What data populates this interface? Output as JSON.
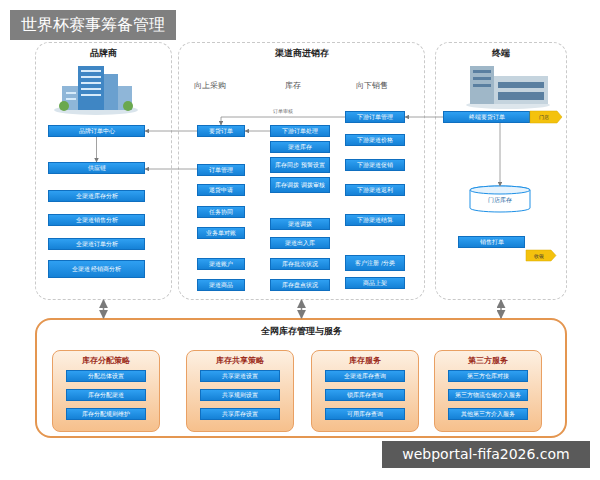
{
  "diagram": {
    "title": "世界杯赛事筹备管理",
    "nodes": [
      {
        "text": [
          "品牌商"
        ]
      },
      {
        "text": [
          "品牌订单中心"
        ],
        "in": 0
      },
      {
        "text": [
          "供应链"
        ],
        "in": 0
      },
      {
        "text": [
          "全渠道库存分析"
        ],
        "in": 0
      },
      {
        "text": [
          "全渠道销售分析"
        ],
        "in": 0
      },
      {
        "text": [
          "全渠道订单分析"
        ],
        "in": 0
      },
      {
        "text": [
          "全渠道 经销商分析"
        ],
        "in": 0
      },
      {
        "text": [
          "渠道商进销存"
        ]
      },
      {
        "text": [
          "要货订单"
        ],
        "in": 7
      },
      {
        "text": [
          "订单管理"
        ],
        "in": 7
      },
      {
        "text": [
          "退货申请"
        ],
        "in": 7
      },
      {
        "text": [
          "任务协同"
        ],
        "in": 7
      },
      {
        "text": [
          "业务单对账"
        ],
        "in": 7
      },
      {
        "text": [
          "渠道账户"
        ],
        "in": 7
      },
      {
        "text": [
          "渠道商品"
        ],
        "in": 7
      },
      {
        "text": [
          "下游订单处理"
        ],
        "in": 7
      },
      {
        "text": [
          "渠道库存"
        ],
        "in": 7
      },
      {
        "text": [
          "库存同步 预警设置"
        ],
        "in": 7
      },
      {
        "text": [
          "库存调拨 调拨审核"
        ],
        "in": 7
      },
      {
        "text": [
          "渠道调拨"
        ],
        "in": 7
      },
      {
        "text": [
          "渠道出入库"
        ],
        "in": 7
      },
      {
        "text": [
          "库存批次状况"
        ],
        "in": 7
      },
      {
        "text": [
          "库存盘点状况"
        ],
        "in": 7
      },
      {
        "text": [
          "下游订单管理"
        ],
        "in": 7
      },
      {
        "text": [
          "下游渠道价格"
        ],
        "in": 7
      },
      {
        "text": [
          "下游渠道促销"
        ],
        "in": 7
      },
      {
        "text": [
          "下游渠道返利"
        ],
        "in": 7
      },
      {
        "text": [
          "下游渠道结算"
        ],
        "in": 7
      },
      {
        "text": [
          "客户注册 /分类"
        ],
        "in": 7
      },
      {
        "text": [
          "商品上架"
        ],
        "in": 7
      },
      {
        "text": [
          "终端"
        ]
      },
      {
        "text": [
          "终端要货订单"
        ],
        "in": 30
      },
      {
        "text": [
          "门店"
        ],
        "in": 30
      },
      {
        "text": [
          "门店库存"
        ],
        "in": 30
      },
      {
        "text": [
          "销售打单"
        ],
        "in": 30
      },
      {
        "text": [
          "收银"
        ],
        "in": 30
      },
      {
        "text": [
          "全网库存管理与服务"
        ]
      },
      {
        "text": [
          "库存分配策略"
        ],
        "in": 36
      },
      {
        "text": [
          "分配总体设置"
        ],
        "in": 37
      },
      {
        "text": [
          "库存分配渠道"
        ],
        "in": 37
      },
      {
        "text": [
          "库存分配规则维护"
        ],
        "in": 37
      },
      {
        "text": [
          "库存共享策略"
        ],
        "in": 36
      },
      {
        "text": [
          "共享渠道设置"
        ],
        "in": 41
      },
      {
        "text": [
          "共享规则设置"
        ],
        "in": 41
      },
      {
        "text": [
          "共享库存设置"
        ],
        "in": 41
      },
      {
        "text": [
          "库存服务"
        ],
        "in": 36
      },
      {
        "text": [
          "全渠道库存查询"
        ],
        "in": 45
      },
      {
        "text": [
          "锁库库存查询"
        ],
        "in": 45
      },
      {
        "text": [
          "可用库存查询"
        ],
        "in": 45
      },
      {
        "text": [
          "第三方服务"
        ],
        "in": 36
      },
      {
        "text": [
          "第三方仓库对接"
        ],
        "in": 49
      },
      {
        "text": [
          "第三方物流仓储介入服务"
        ],
        "in": 49
      },
      {
        "text": [
          "其他第三方介入服务"
        ],
        "in": 49
      }
    ],
    "edges": [
      {
        "from": 1,
        "to": 2,
        "arrow": "to"
      },
      {
        "from": 8,
        "to": 1,
        "arrow": "to"
      },
      {
        "from": 15,
        "to": 8,
        "arrow": "to"
      },
      {
        "from": 23,
        "to": 8,
        "label": "订单审核",
        "arrow": "to"
      },
      {
        "from": 31,
        "to": 23,
        "arrow": "to"
      },
      {
        "from": 31,
        "to": 33,
        "arrow": "to"
      },
      {
        "from": 9,
        "to": 2,
        "arrow": "to"
      },
      {
        "from": 0,
        "to": 36,
        "arrow": "both"
      },
      {
        "from": 7,
        "to": 36,
        "arrow": "both"
      },
      {
        "from": 30,
        "to": 36,
        "arrow": "both"
      }
    ],
    "labels": [
      "向上采购",
      "库存",
      "向下销售",
      "webportal-fifa2026.com"
    ]
  }
}
